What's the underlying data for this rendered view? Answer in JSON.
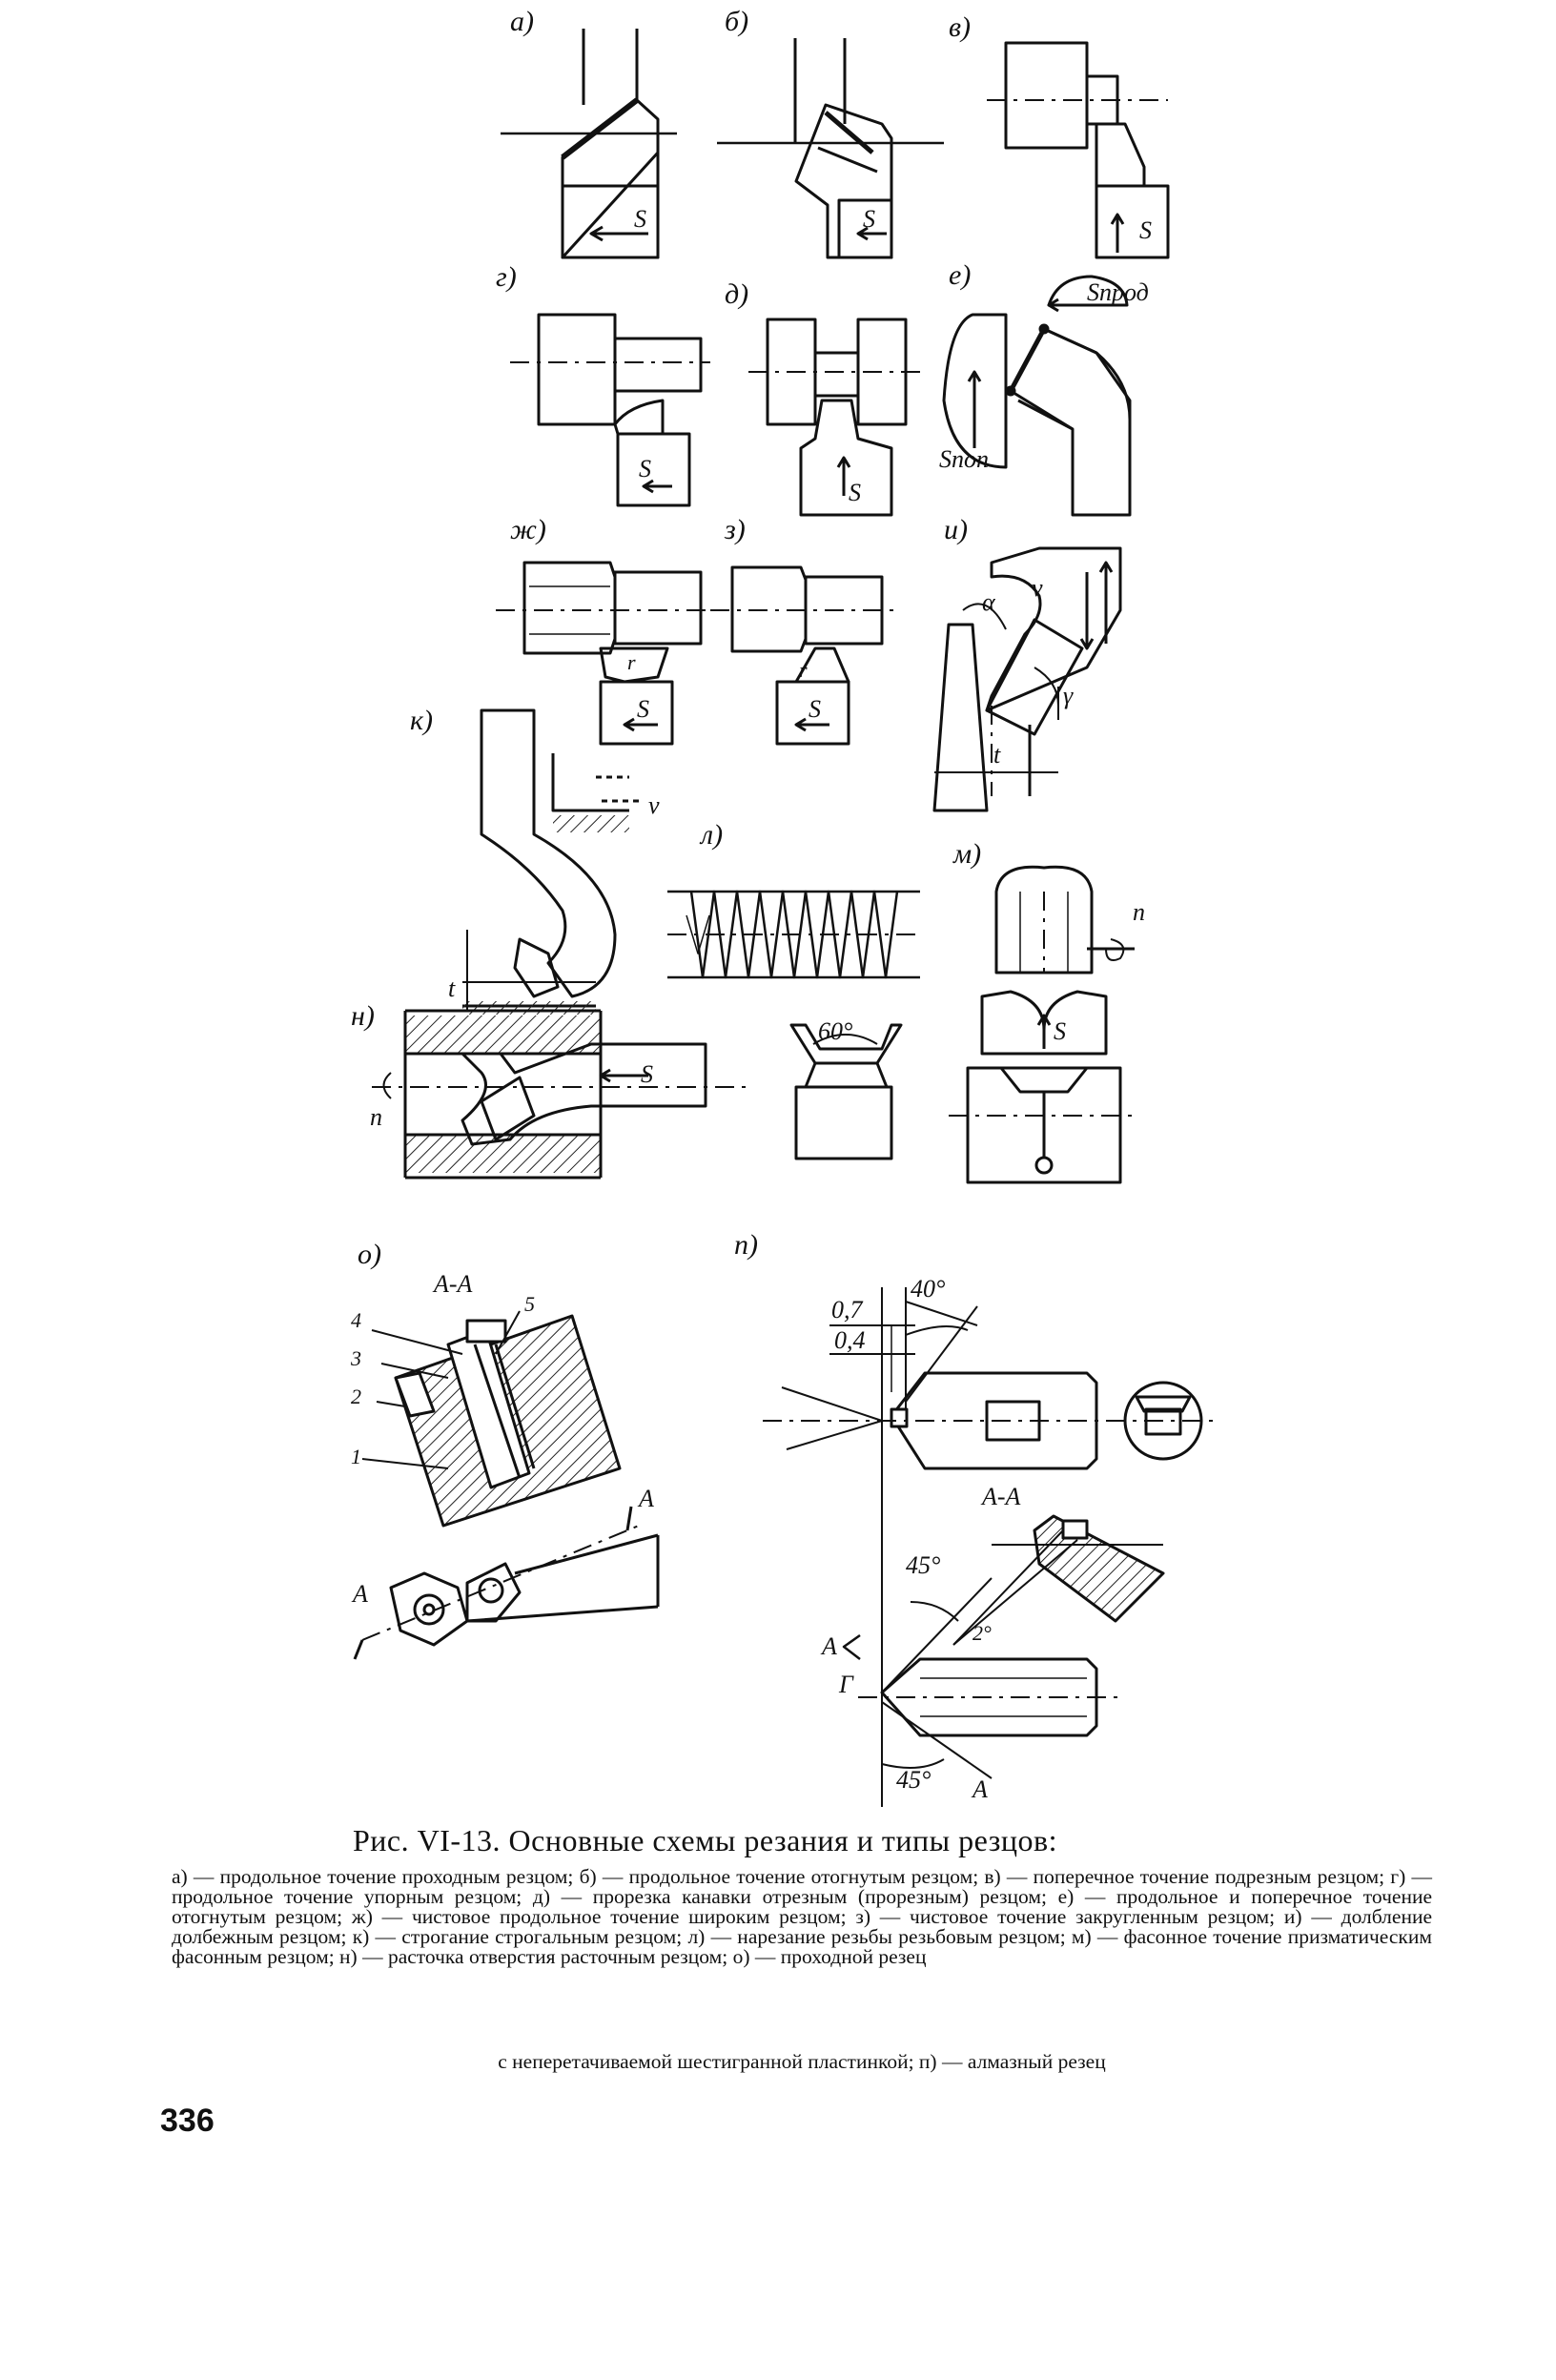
{
  "figure": {
    "panel_labels": [
      "а)",
      "б)",
      "в)",
      "г)",
      "д)",
      "е)",
      "ж)",
      "з)",
      "и)",
      "к)",
      "л)",
      "м)",
      "н)",
      "о)",
      "п)"
    ],
    "feed_symbol": "S",
    "s_prod": "Sпрод",
    "s_pop": "Sпоп",
    "speed_symbol": "v",
    "n_symbol": "n",
    "t_symbol": "t",
    "r_symbol": "r",
    "alpha_symbol": "α",
    "gamma_symbol": "γ",
    "angle_60": "60°",
    "angle_40": "40°",
    "angle_45": "45°",
    "angle_2": "2°",
    "dim_07": "0,7",
    "dim_04": "0,4",
    "section_aa": "А-А",
    "section_letter": "А",
    "gamma_upper": "Г",
    "part_numbers": [
      "1",
      "2",
      "3",
      "4",
      "5"
    ]
  },
  "caption": {
    "title": "Рис. VI-13. Основные схемы резания и типы резцов:",
    "body": "а) — продольное точение проходным резцом; б) — продольное точение отогнутым резцом; в) — поперечное точение подрезным резцом; г) — продольное точение упорным резцом; д) — прорезка канавки отрезным (прорезным) резцом; е) — продольное и поперечное точение отогнутым резцом; ж) — чистовое продольное точение широким резцом; з) — чистовое точение закругленным резцом; и) — долбление долбежным резцом; к) — строгание строгальным резцом; л) — нарезание резьбы резьбовым резцом; м) — фасонное точение призматическим фасонным резцом; н) — расточка отверстия расточным резцом; о) — проходной резец",
    "last_line": "с неперетачиваемой шестигранной пластинкой; п) — алмазный резец"
  },
  "page_number": "336"
}
